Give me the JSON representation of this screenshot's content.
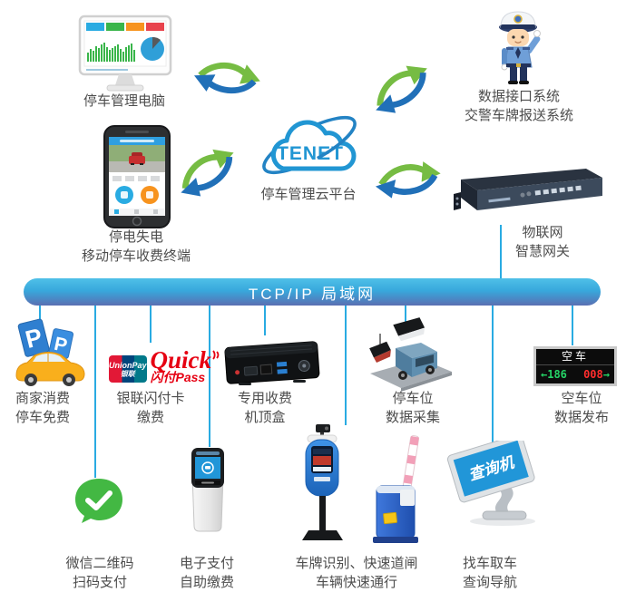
{
  "platform": {
    "logo": "TENET",
    "label": "停车管理云平台"
  },
  "banner": {
    "text": "TCP/IP  局域网"
  },
  "nodes": {
    "pc": {
      "label": "停车管理电脑"
    },
    "mobile": {
      "line1": "停电失电",
      "line2": "移动停车收费终端"
    },
    "police": {
      "line1": "数据接口系统",
      "line2": "交警车牌报送系统"
    },
    "gateway": {
      "line1": "物联网",
      "line2": "智慧网关"
    }
  },
  "row1": [
    {
      "line1": "商家消费",
      "line2": "停车免费"
    },
    {
      "line1": "银联闪付卡",
      "line2": "缴费"
    },
    {
      "line1": "专用收费",
      "line2": "机顶盒"
    },
    {
      "line1": "停车位",
      "line2": "数据采集"
    },
    {
      "line1": "空车位",
      "line2": "数据发布"
    }
  ],
  "row2": [
    {
      "line1": "微信二维码",
      "line2": "扫码支付"
    },
    {
      "line1": "电子支付",
      "line2": "自助缴费"
    },
    {
      "line1": "车牌识别、快速道闸",
      "line2": "车辆快速通行"
    },
    {
      "line1": "找车取车",
      "line2": "查询导航"
    }
  ],
  "led_sign": {
    "title": "空车",
    "left": "←186",
    "right_num": "008",
    "right_arrow": "→"
  },
  "unionpay": {
    "brand": "UnionPay",
    "brand_sub": "银联",
    "quick": "Quick",
    "pass": "闪付Pass"
  },
  "query_kiosk": {
    "screen_text": "查询机"
  },
  "p_sign": "P",
  "colors": {
    "accent": "#29ABE2",
    "connector": "#29ABE2",
    "arrow_green": "#76BC43",
    "arrow_blue": "#2170B8",
    "banner_top": "#4FC0E8",
    "banner_bottom": "#5A6FB2",
    "wechat_green": "#43B843",
    "unionpay_red": "#E60012",
    "led_green": "#25D366",
    "led_red": "#FF2D2D"
  }
}
